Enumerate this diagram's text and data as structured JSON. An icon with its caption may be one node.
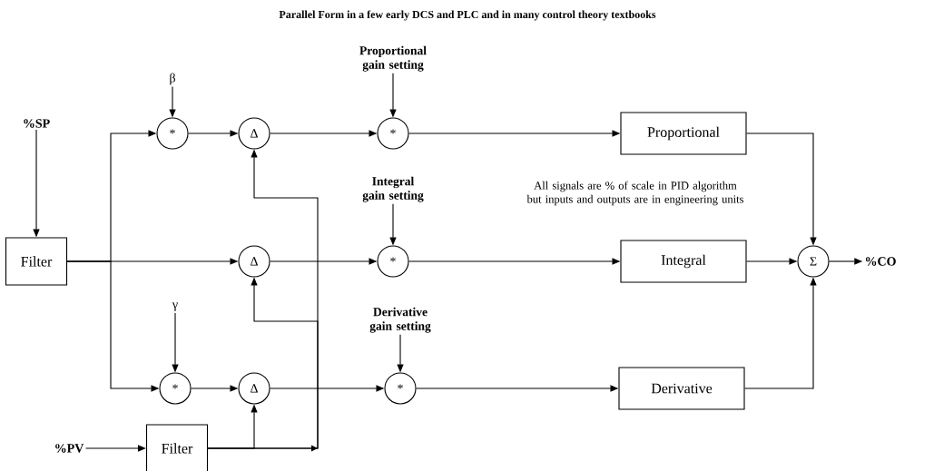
{
  "diagram": {
    "title": "Parallel Form in a few early DCS and PLC and in many control theory textbooks",
    "nodes": [
      {
        "text": [
          "%SP"
        ]
      },
      {
        "text": [
          "Filter"
        ]
      },
      {
        "text": [
          "β"
        ]
      },
      {
        "text": [
          "*"
        ]
      },
      {
        "text": [
          "Δ"
        ]
      },
      {
        "text": [
          "Proportional gain setting"
        ]
      },
      {
        "text": [
          "*"
        ]
      },
      {
        "text": [
          "Proportional"
        ]
      },
      {
        "text": [
          "Δ"
        ]
      },
      {
        "text": [
          "Integral gain setting"
        ]
      },
      {
        "text": [
          "*"
        ]
      },
      {
        "text": [
          "Integral"
        ]
      },
      {
        "text": [
          "γ"
        ]
      },
      {
        "text": [
          "*"
        ]
      },
      {
        "text": [
          "Δ"
        ]
      },
      {
        "text": [
          "Derivative gain setting"
        ]
      },
      {
        "text": [
          "*"
        ]
      },
      {
        "text": [
          "Derivative"
        ]
      },
      {
        "text": [
          "Σ"
        ]
      },
      {
        "text": [
          "%CO"
        ]
      },
      {
        "text": [
          "%PV"
        ]
      },
      {
        "text": [
          "Filter"
        ]
      }
    ],
    "edges": [
      {
        "from": 0,
        "to": 1,
        "arrow": "to"
      },
      {
        "from": 1,
        "to": 3,
        "arrow": "to"
      },
      {
        "from": 1,
        "to": 8,
        "arrow": "to"
      },
      {
        "from": 1,
        "to": 13,
        "arrow": "to"
      },
      {
        "from": 2,
        "to": 3,
        "arrow": "to"
      },
      {
        "from": 3,
        "to": 4,
        "arrow": "to"
      },
      {
        "from": 4,
        "to": 6,
        "arrow": "to"
      },
      {
        "from": 5,
        "to": 6,
        "arrow": "to"
      },
      {
        "from": 6,
        "to": 7,
        "arrow": "to"
      },
      {
        "from": 7,
        "to": 18,
        "arrow": "to"
      },
      {
        "from": 8,
        "to": 10,
        "arrow": "to"
      },
      {
        "from": 9,
        "to": 10,
        "arrow": "to"
      },
      {
        "from": 10,
        "to": 11,
        "arrow": "to"
      },
      {
        "from": 11,
        "to": 18,
        "arrow": "to"
      },
      {
        "from": 12,
        "to": 13,
        "arrow": "to"
      },
      {
        "from": 13,
        "to": 14,
        "arrow": "to"
      },
      {
        "from": 14,
        "to": 16,
        "arrow": "to"
      },
      {
        "from": 15,
        "to": 16,
        "arrow": "to"
      },
      {
        "from": 16,
        "to": 17,
        "arrow": "to"
      },
      {
        "from": 17,
        "to": 18,
        "arrow": "to"
      },
      {
        "from": 18,
        "to": 19,
        "arrow": "to"
      },
      {
        "from": 20,
        "to": 21,
        "arrow": "to"
      },
      {
        "from": 21,
        "to": 4,
        "arrow": "to"
      },
      {
        "from": 21,
        "to": 8,
        "arrow": "to"
      },
      {
        "from": 21,
        "to": 14,
        "arrow": "to"
      }
    ],
    "labels": [
      "All signals are % of scale in PID algorithm but inputs and outputs are in engineering units"
    ]
  }
}
